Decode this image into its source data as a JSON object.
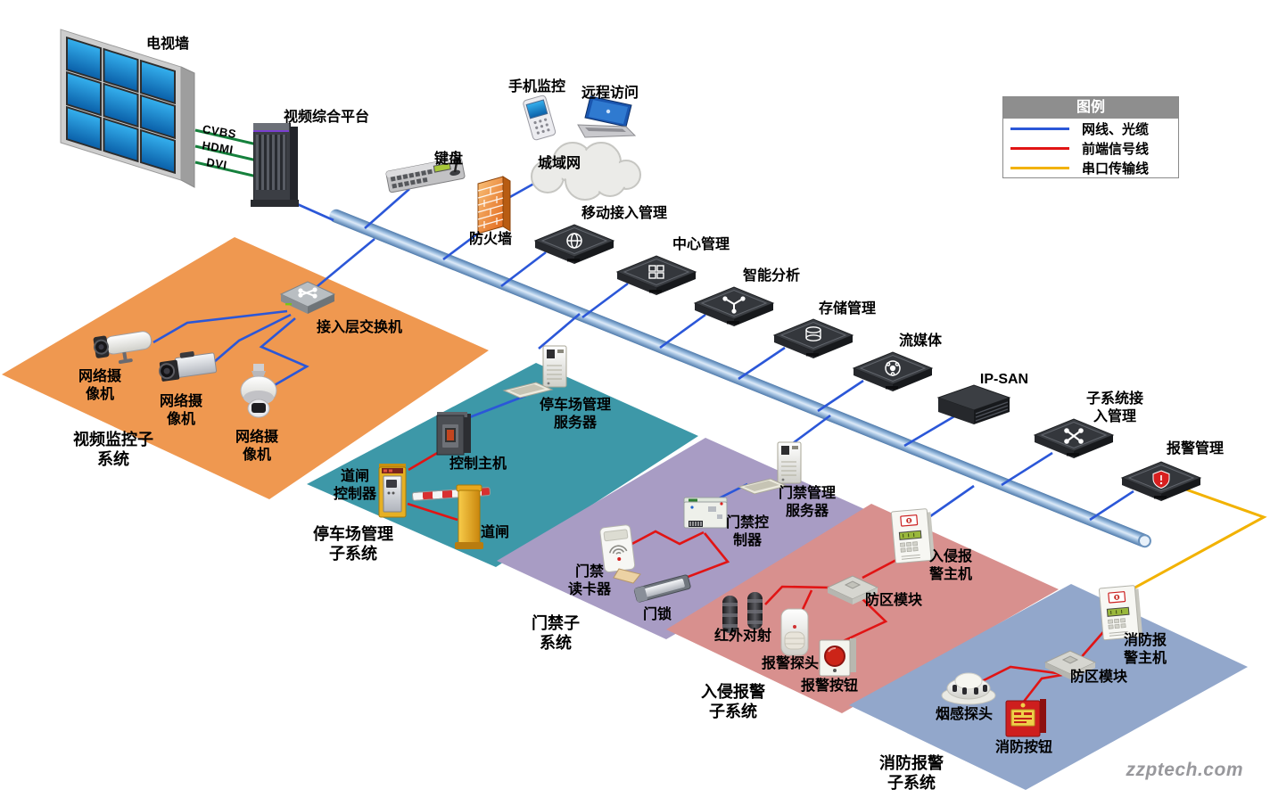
{
  "legend": {
    "title": "图例",
    "items": [
      {
        "label": "网线、光缆",
        "color": "#2b57d8"
      },
      {
        "label": "前端信号线",
        "color": "#e11414"
      },
      {
        "label": "串口传输线",
        "color": "#f2b200"
      }
    ]
  },
  "cables": {
    "cvbs": "CVBS",
    "hdmi": "HDMI",
    "dvi": "DVI"
  },
  "nodes": {
    "tv_wall": "电视墙",
    "video_platform": "视频综合平台",
    "keyboard": "键盘",
    "phone": "手机监控",
    "laptop": "远程访问",
    "man": "城域网",
    "firewall": "防火墙",
    "mobile_access": "移动接入管理",
    "center_mgmt": "中心管理",
    "intel_analysis": "智能分析",
    "storage_mgmt": "存储管理",
    "stream_media": "流媒体",
    "ip_san": "IP-SAN",
    "subsystem_access": "子系统接\n入管理",
    "alarm_mgmt": "报警管理",
    "access_switch": "接入层交换机",
    "cam_bullet": "网络摄\n像机",
    "cam_box": "网络摄\n像机",
    "cam_dome": "网络摄\n像机",
    "parking_server": "停车场管理\n服务器",
    "control_host": "控制主机",
    "barrier_controller": "道闸\n控制器",
    "barrier_gate": "道闸",
    "access_server": "门禁管理\n服务器",
    "access_controller": "门禁控\n制器",
    "card_reader": "门禁\n读卡器",
    "door_lock": "门锁",
    "ir_beam": "红外对射",
    "alarm_detector": "报警探头",
    "alarm_button": "报警按钮",
    "intrusion_host": "入侵报\n警主机",
    "zone_module_intrusion": "防区模块",
    "fire_host": "消防报\n警主机",
    "zone_module_fire": "防区模块",
    "smoke_detector": "烟感探头",
    "fire_button": "消防按钮"
  },
  "areas": {
    "video": "视频监控子\n系统",
    "parking": "停车场管理\n子系统",
    "access": "门禁子\n系统",
    "intrusion": "入侵报警\n子系统",
    "fire": "消防报警\n子系统"
  },
  "watermark": "zzptech.com"
}
